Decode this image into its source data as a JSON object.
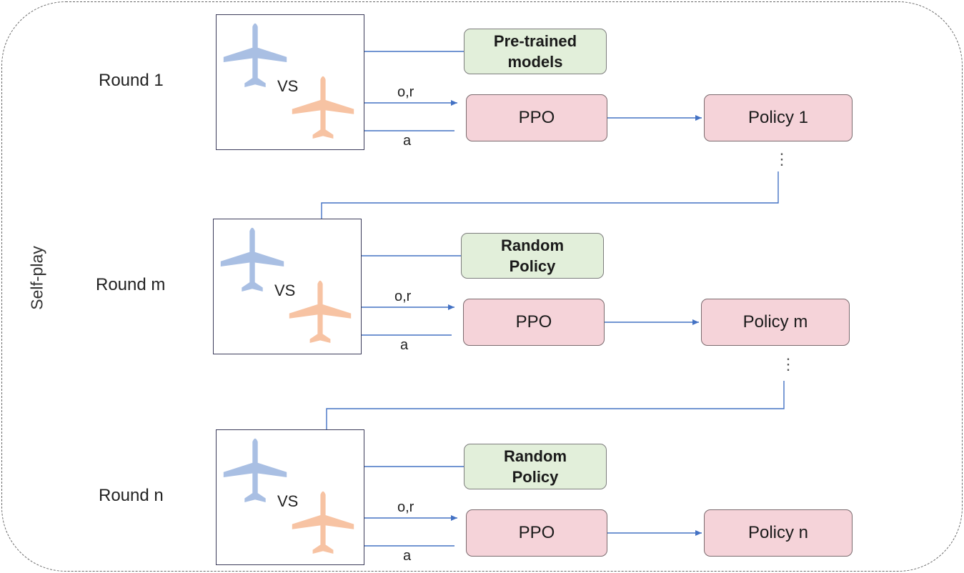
{
  "frame_label": "Self-play",
  "vs_label": "VS",
  "obs_reward_label": "o,r",
  "action_label": "a",
  "colors": {
    "blue_plane": "#a9bfe3",
    "orange_plane": "#f7c3a3",
    "arrow": "#4472c4",
    "green_box": "#e2efda",
    "pink_box": "#f5d3d9"
  },
  "rounds": [
    {
      "label": "Round 1",
      "opponent": "Pre-trained\nmodels",
      "trainer": "PPO",
      "policy": "Policy 1"
    },
    {
      "label": "Round m",
      "opponent": "Random\nPolicy",
      "trainer": "PPO",
      "policy": "Policy m"
    },
    {
      "label": "Round n",
      "opponent": "Random\nPolicy",
      "trainer": "PPO",
      "policy": "Policy n"
    }
  ],
  "ellipsis": "⋮"
}
